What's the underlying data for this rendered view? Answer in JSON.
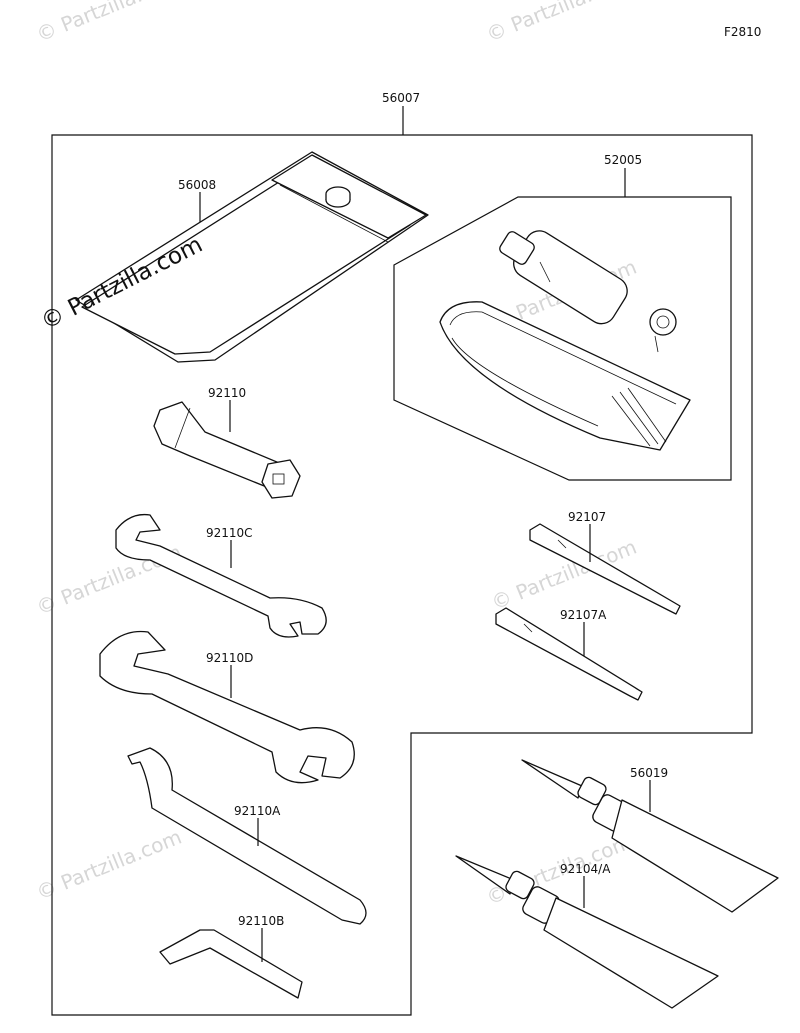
{
  "figure_id": "F2810",
  "watermark": {
    "main": "© Partzilla.com",
    "faint": "© Partzilla.com"
  },
  "parts": {
    "kit": "56007",
    "bag": "56008",
    "pump": "52005",
    "socket_wrench": "92110",
    "wrench_c": "92110C",
    "wrench_d": "92110D",
    "hook_wrench": "92110A",
    "hex_key": "92110B",
    "screwdriver_1": "92107",
    "screwdriver_2": "92107A",
    "tube_1": "56019",
    "tube_2": "92104/A"
  }
}
